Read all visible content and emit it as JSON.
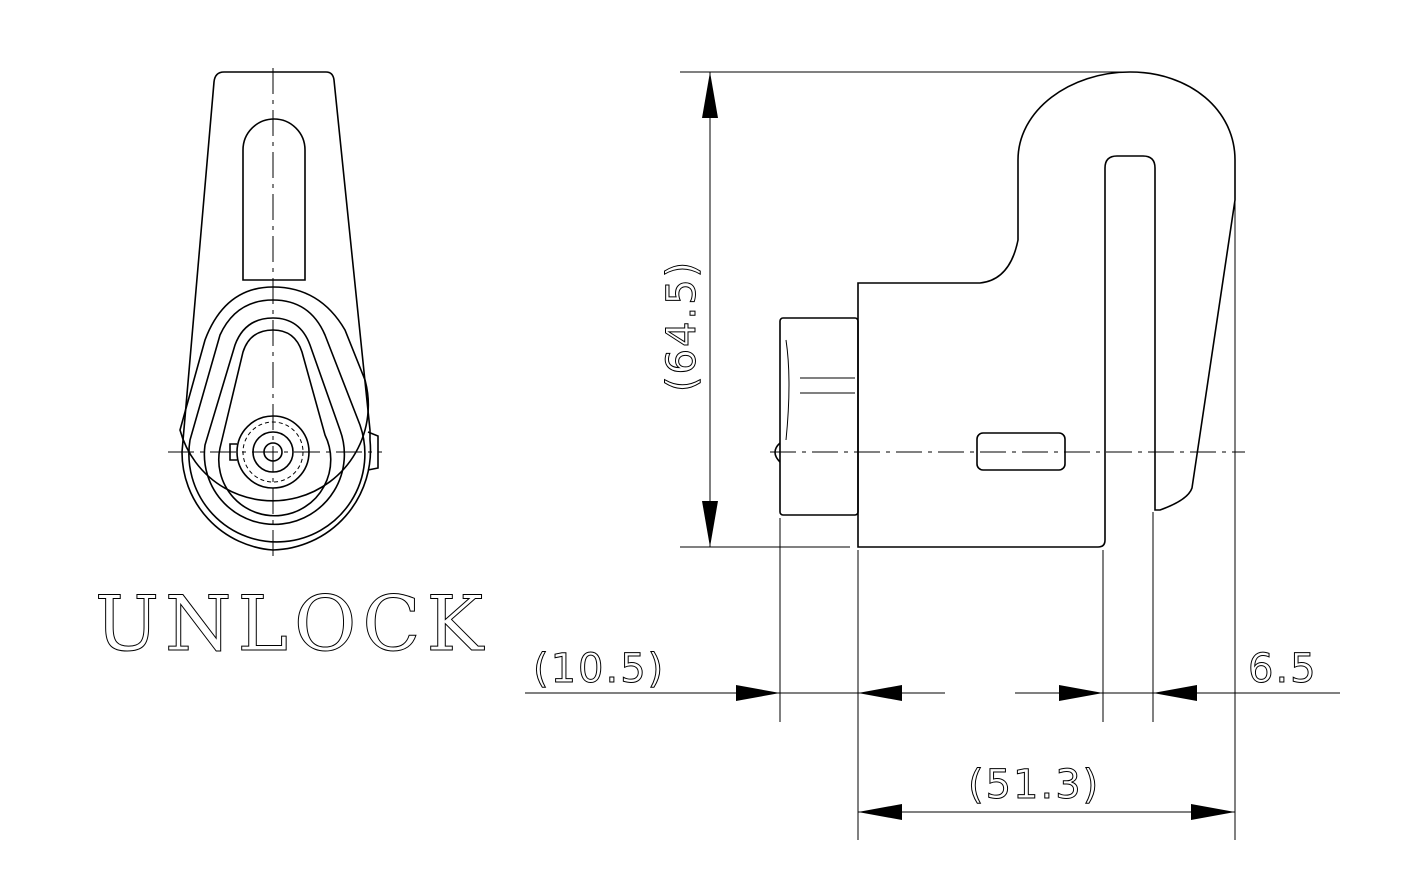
{
  "drawing": {
    "view_label": "UNLOCK",
    "dimensions": {
      "height": "(64.5)",
      "cylinder_length": "(10.5)",
      "slot_width": "6.5",
      "body_length": "(51.3)"
    }
  }
}
